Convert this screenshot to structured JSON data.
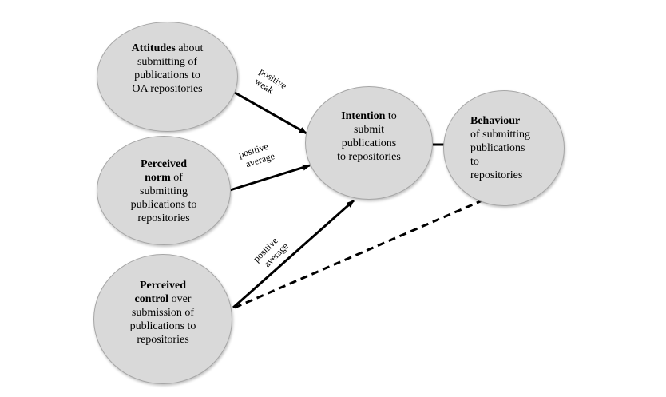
{
  "nodes": {
    "attitudes": {
      "bold": "Attitudes",
      "rest": " about",
      "lines": [
        "submitting of",
        "publications to",
        "OA repositories"
      ]
    },
    "norm": {
      "line1_bold": "Perceived",
      "line2_bold": "norm",
      "line2_rest": " of",
      "lines": [
        "submitting",
        "publications to",
        "repositories"
      ]
    },
    "control": {
      "line1_bold": "Perceived",
      "line2_bold": "control",
      "line2_rest": " over",
      "lines": [
        "submission of",
        "publications to",
        "repositories"
      ]
    },
    "intention": {
      "bold": "Intention",
      "rest": " to",
      "lines": [
        "submit",
        "publications",
        "to repositories"
      ]
    },
    "behaviour": {
      "bold": "Behaviour",
      "lines": [
        "of submitting",
        "publications",
        "to",
        "repositories"
      ]
    }
  },
  "edges": {
    "attitudes_intention": {
      "line1": "positive",
      "line2": "weak"
    },
    "norm_intention": {
      "line1": "positive",
      "line2": "average"
    },
    "control_intention": {
      "line1": "positive",
      "line2": "average"
    }
  }
}
